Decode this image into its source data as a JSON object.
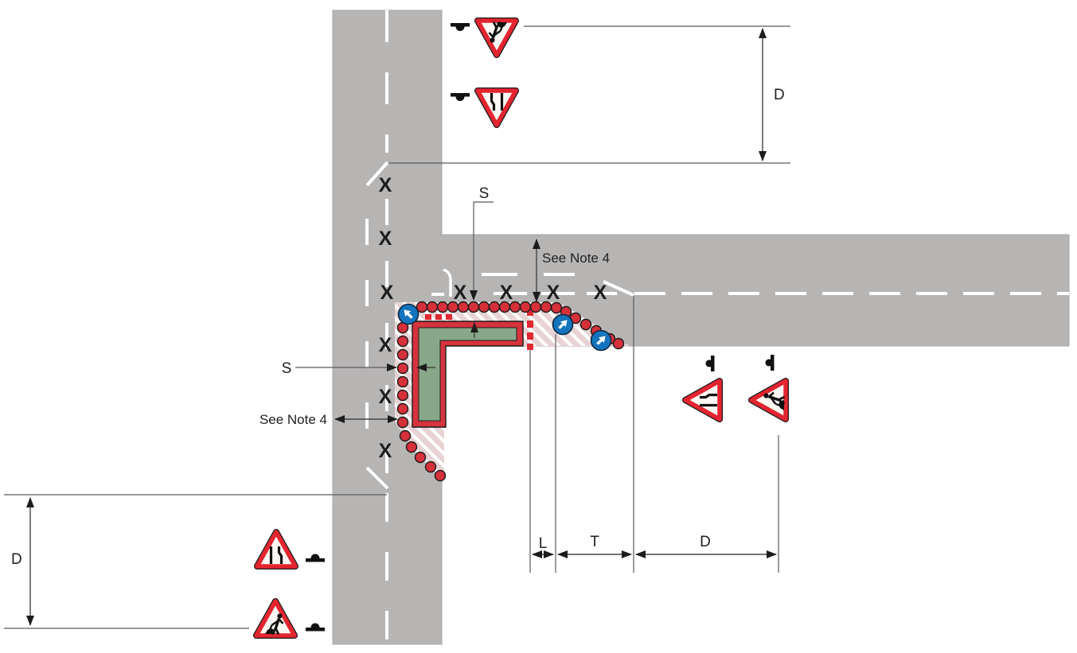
{
  "page": {
    "description": "Temporary traffic management plan — roadworks in the corner of a T-junction with cone taper, safety zone hatching, advance warning signs and dimension callouts"
  },
  "labels": {
    "x_mark": "X",
    "see_note_top": "See Note 4",
    "see_note_left": "See Note 4",
    "s_top": "S",
    "s_left": "S",
    "d_top": "D",
    "d_left": "D",
    "d_bottom": "D",
    "l_bottom": "L",
    "t_bottom": "T"
  },
  "colors": {
    "road_gray": "#b7b5b4",
    "road_edge": "#a8a6a5",
    "marking_white": "#ffffff",
    "work_area_fill": "#87a888",
    "work_area_border_red": "#d6333c",
    "cone_red": "#d6303a",
    "barrier_dash_red": "#e02832",
    "sign_red": "#e32530",
    "sign_face": "#fbf8f3",
    "keep_sign_blue": "#1474bd",
    "hatch_pink": "#e7d3d4",
    "hatch_stripe": "#ffffff",
    "dimension_line": "#454545",
    "text_dark": "#1f1f1f"
  },
  "signs": {
    "top_far_side": [
      {
        "icon": "roadworks-warning-sign-icon",
        "orientation": "inverted"
      },
      {
        "icon": "road-narrows-warning-sign-icon",
        "orientation": "inverted"
      }
    ],
    "right_approach": [
      {
        "icon": "road-narrows-warning-sign-icon",
        "orientation": "facing-right-traffic"
      },
      {
        "icon": "roadworks-warning-sign-icon",
        "orientation": "facing-right-traffic"
      }
    ],
    "bottom_approach": [
      {
        "icon": "road-narrows-warning-sign-icon",
        "orientation": "upright"
      },
      {
        "icon": "roadworks-warning-sign-icon",
        "orientation": "upright"
      }
    ],
    "keep_left_arrow_signs": {
      "icon": "keep-left-arrow-sign-icon",
      "count": 3
    }
  }
}
